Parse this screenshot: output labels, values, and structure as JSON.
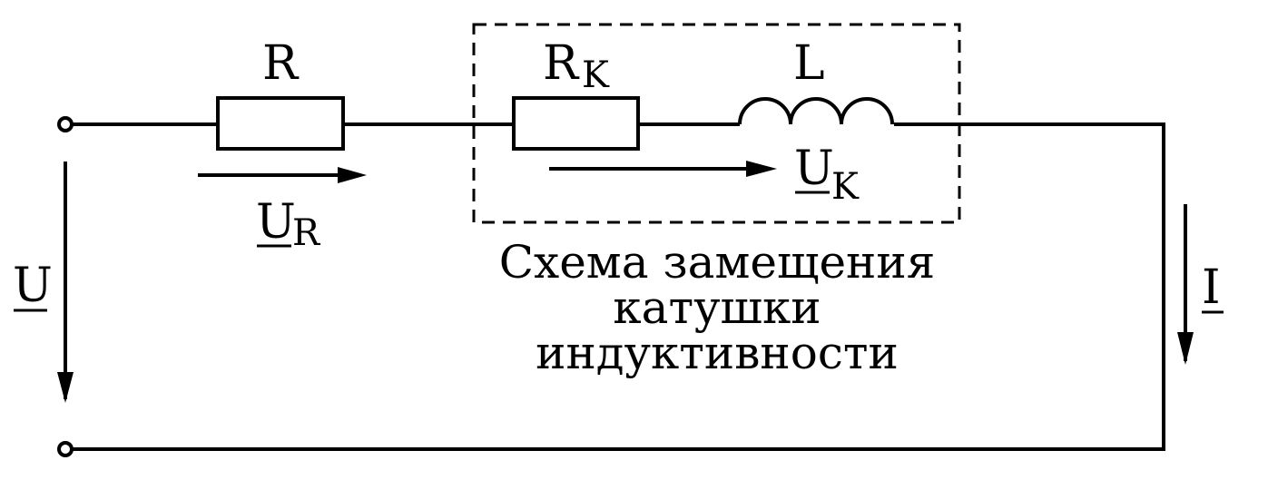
{
  "labels": {
    "R": "R",
    "Rk_main": "R",
    "Rk_sub": "K",
    "L": "L",
    "UR_main": "U",
    "UR_sub": "R",
    "Uk_main": "U",
    "Uk_sub": "K",
    "U": "U",
    "I": "I"
  },
  "caption": {
    "line1": "Схема замещения",
    "line2": "катушки",
    "line3": "индуктивности"
  }
}
